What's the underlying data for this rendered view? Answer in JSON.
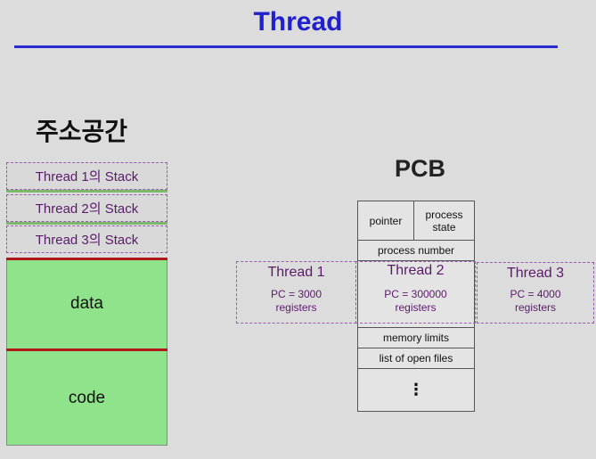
{
  "title": "Thread",
  "address_space": {
    "heading": "주소공간",
    "stacks": [
      "Thread 1의 Stack",
      "Thread 2의 Stack",
      "Thread 3의 Stack"
    ],
    "segments": [
      "data",
      "code"
    ]
  },
  "pcb": {
    "heading": "PCB",
    "pointer": "pointer",
    "process_state": "process state",
    "process_number": "process number",
    "memory_limits": "memory limits",
    "open_files": "list of open files",
    "ellipsis": "⋮"
  },
  "threads": [
    {
      "name": "Thread 1",
      "pc": "PC = 3000",
      "registers": "registers"
    },
    {
      "name": "Thread 2",
      "pc": "PC =  300000",
      "registers": "registers"
    },
    {
      "name": "Thread 3",
      "pc": "PC =  4000",
      "registers": "registers"
    }
  ],
  "colors": {
    "title": "#2020cc",
    "segment_fill": "#8fe38a",
    "segment_border": "#b01818",
    "thread_text": "#5a1a6a"
  }
}
